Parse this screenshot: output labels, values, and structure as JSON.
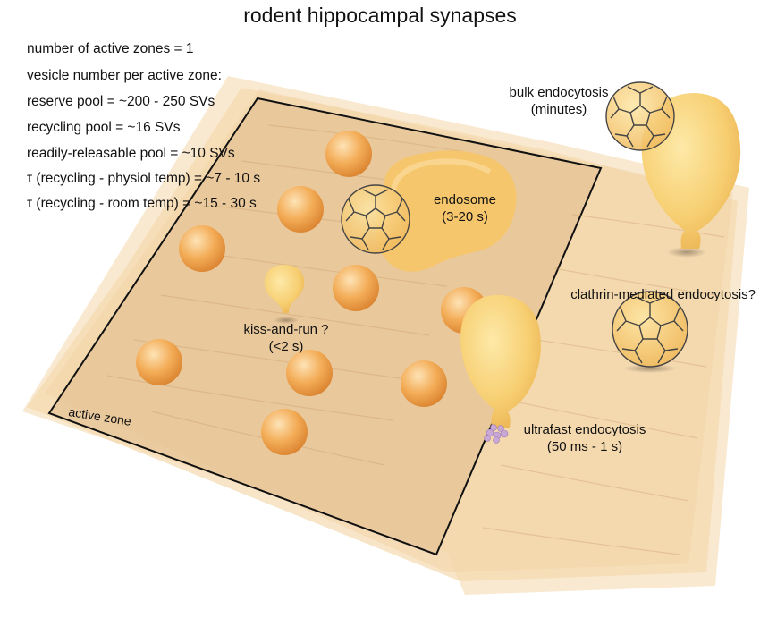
{
  "title": "rodent hippocampal synapses",
  "stats": [
    "number of active zones = 1",
    "vesicle number per active zone:",
    "reserve pool = ~200 - 250 SVs",
    "recycling pool = ~16 SVs",
    "readily-releasable pool = ~10 SVs",
    "τ (recycling - physiol temp) = ~7 - 10 s",
    "τ (recycling - room temp) = ~15 - 30 s"
  ],
  "labels": {
    "bulk_line1": "bulk endocytosis",
    "bulk_line2": "(minutes)",
    "endosome_line1": "endosome",
    "endosome_line2": "(3-20 s)",
    "clathrin": "clathrin-mediated endocytosis?",
    "kiss_line1": "kiss-and-run ?",
    "kiss_line2": "(<2 s)",
    "ultrafast_line1": "ultrafast endocytosis",
    "ultrafast_line2": "(50 ms - 1 s)",
    "active_zone": "active zone"
  },
  "colors": {
    "membrane": "#f6dcb4",
    "vesicle": "#f2a24a",
    "endosome": "#f6c66c",
    "bulb": "#f8d37a",
    "clathrin_cage": "#444444",
    "dynamin": "#c9a8d8"
  }
}
